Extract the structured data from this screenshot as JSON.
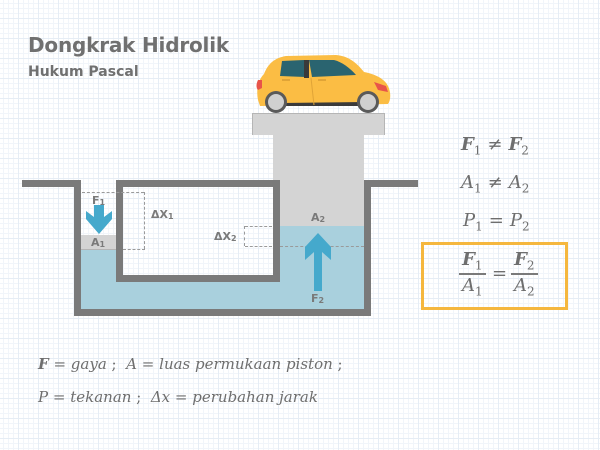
{
  "header": {
    "title": "Dongkrak Hidrolik",
    "subtitle": "Hukum Pascal"
  },
  "diagram": {
    "labels": {
      "f1": "F",
      "f1_sub": "1",
      "a1": "A",
      "a1_sub": "1",
      "dx1": "ΔX",
      "dx1_sub": "1",
      "dx2": "ΔX",
      "dx2_sub": "2",
      "a2": "A",
      "a2_sub": "2",
      "f2": "F",
      "f2_sub": "2"
    },
    "icons": {
      "f1_arrow": "arrow-down-icon",
      "f2_arrow": "arrow-up-icon",
      "car": "car-icon"
    },
    "colors": {
      "wall": "#7a7a7a",
      "water": "#a9d0dd",
      "piston": "#d4d4d4",
      "arrow": "#45a9cc",
      "car_body": "#fbbd44",
      "car_window": "#2a6470",
      "highlight_box": "#f5b73e",
      "text": "#6e6e6e"
    }
  },
  "equations": {
    "eq1": {
      "left": "F",
      "left_sub": "1",
      "op": "≠",
      "right": "F",
      "right_sub": "2"
    },
    "eq2": {
      "left": "A",
      "left_sub": "1",
      "op": "≠",
      "right": "A",
      "right_sub": "2"
    },
    "eq3": {
      "left": "P",
      "left_sub": "1",
      "op": "=",
      "right": "P",
      "right_sub": "2"
    },
    "highlight": {
      "left_num": "F",
      "left_num_sub": "1",
      "left_den": "A",
      "left_den_sub": "1",
      "op": "=",
      "right_num": "F",
      "right_num_sub": "2",
      "right_den": "A",
      "right_den_sub": "2"
    }
  },
  "legend": {
    "line1": {
      "f_sym": "F",
      "f_eq": "=",
      "f_def": "gaya",
      "sep1": ";",
      "a_sym": "A",
      "a_eq": "=",
      "a_def": "luas permukaan piston",
      "sep2": ";"
    },
    "line2": {
      "p_sym": "P",
      "p_eq": "=",
      "p_def": "tekanan",
      "sep1": ";",
      "dx_sym": "Δx",
      "dx_eq": "=",
      "dx_def": "perubahan jarak"
    }
  }
}
